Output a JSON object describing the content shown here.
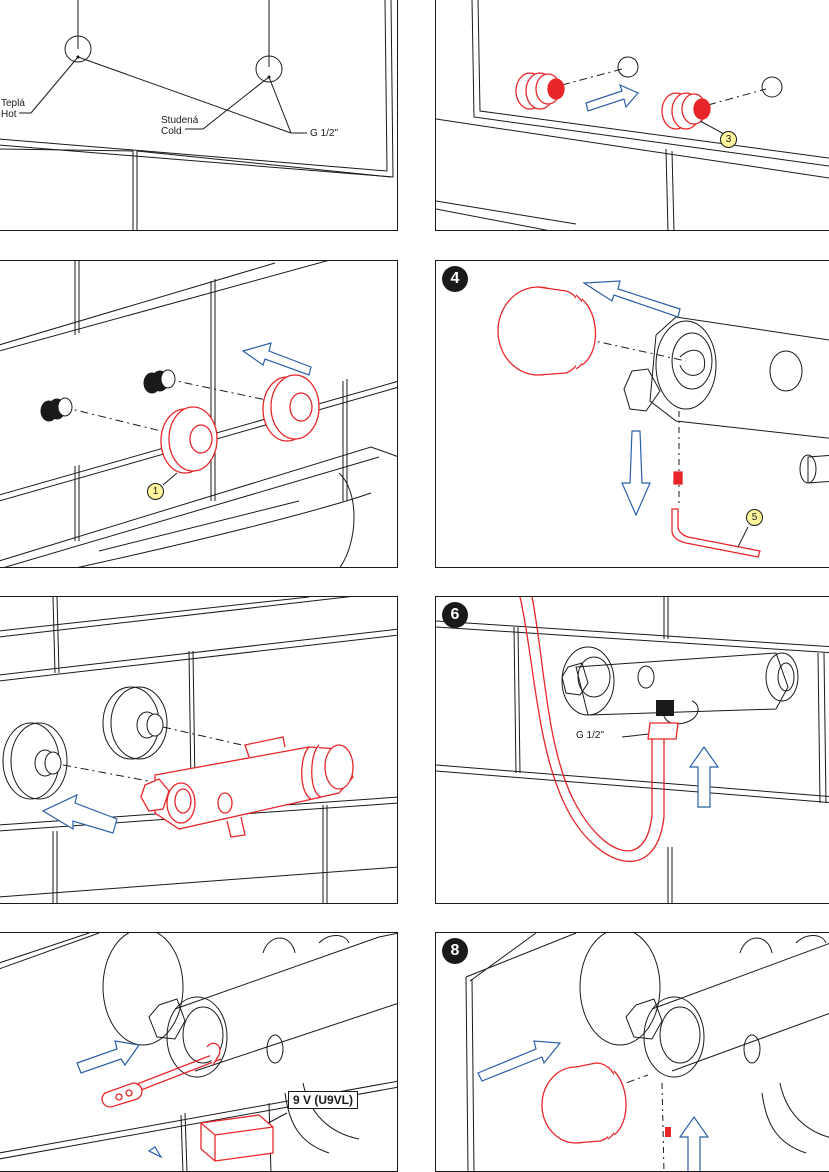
{
  "panel1": {
    "label_warm": "Teplá\nHot",
    "label_cold": "Studená\nCold",
    "label_thread": "G 1/2\""
  },
  "panel2": {
    "callout": "3"
  },
  "panel3": {
    "callout": "1"
  },
  "panel4": {
    "step": "4",
    "callout": "5"
  },
  "panel6": {
    "step": "6",
    "label_thread": "G 1/2\""
  },
  "panel7": {
    "battery_label": "9 V (U9VL)"
  },
  "panel8": {
    "step": "8"
  },
  "colors": {
    "red": "#e8262a",
    "blue": "#2b5fa8",
    "callout_fill": "#fff59a",
    "ink": "#1a1a1a"
  }
}
